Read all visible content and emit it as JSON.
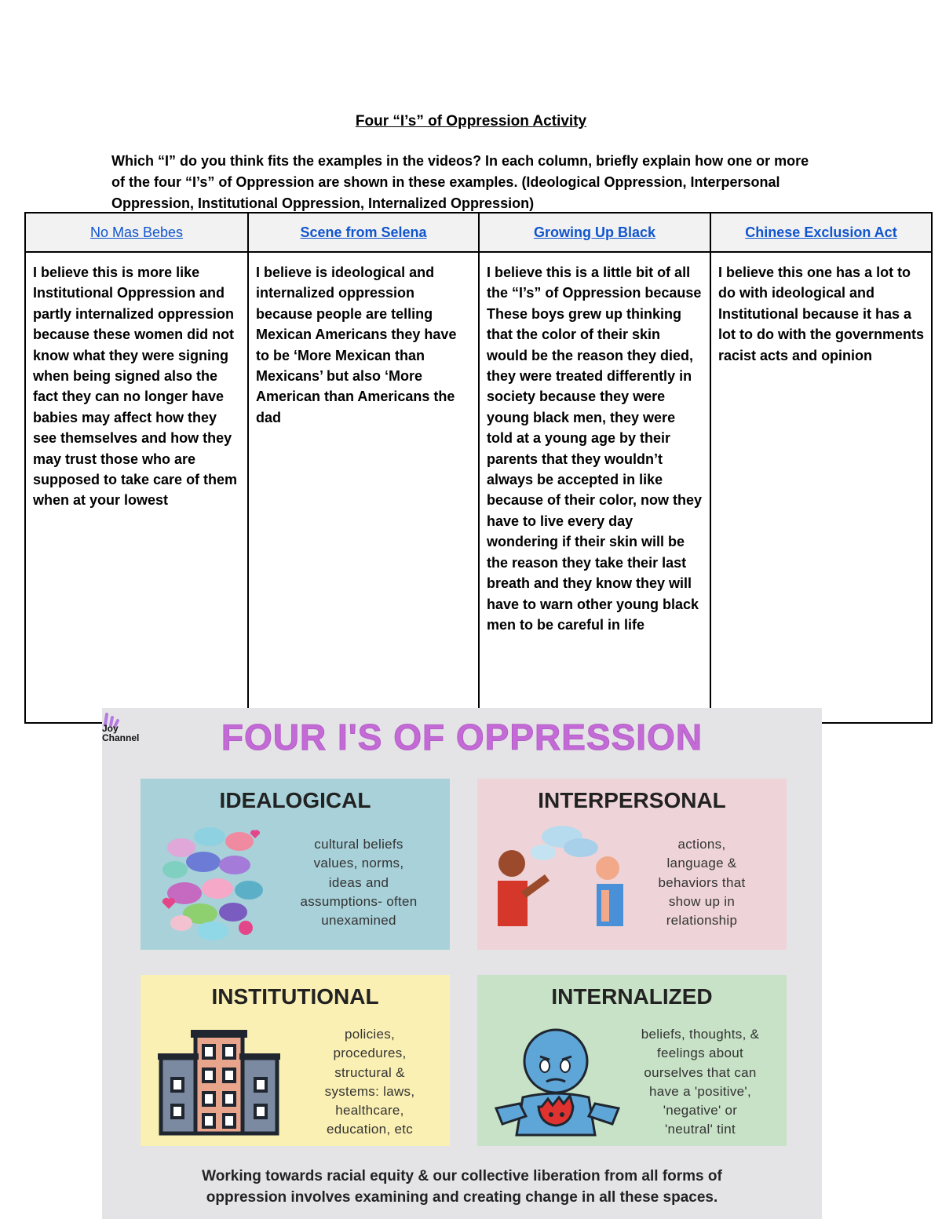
{
  "document": {
    "title": "Four “I’s” of Oppression Activity",
    "instructions": "Which “I” do you think fits the examples in the videos? In each column, briefly explain how one or more of the four “I’s” of Oppression are shown in these examples. (Ideological Oppression, Interpersonal Oppression, Institutional Oppression, Internalized Oppression)"
  },
  "table": {
    "headers": [
      "No Mas Bebes",
      "Scene from Selena",
      "Growing Up Black",
      "Chinese Exclusion Act"
    ],
    "cells": [
      "I believe this is more like Institutional Oppression and partly internalized oppression because these women did not know what they were signing when being signed also the fact they can no longer have babies may affect how they see themselves and how they may trust those who are supposed to take care of them when at your lowest",
      "I believe is ideological and internalized oppression because people are telling Mexican Americans they have to be ‘More Mexican than Mexicans’ but also ‘More American than Americans the dad",
      "I believe this is a little bit of all the “I’s” of Oppression because These boys grew up thinking that the color of their skin would be the reason they died, they were treated differently in society because they were young black men, they were told at a young age by their parents that they wouldn’t always be accepted in like because of their color, now they have to live every day wondering if their skin will be the reason they take their last breath and they know they will have to warn other young black men to be careful in life",
      "I believe this one has a lot to do with ideological and Institutional because it has a lot to do with the governments racist acts and opinion"
    ]
  },
  "infographic": {
    "logo": "Joy Channel",
    "title": "FOUR I'S OF OPPRESSION",
    "quadrants": [
      {
        "title": "IDEALOGICAL",
        "lines": [
          "cultural beliefs",
          "values, norms,",
          "ideas and",
          "assumptions- often",
          "unexamined"
        ],
        "color": "#a8d1d9"
      },
      {
        "title": "INTERPERSONAL",
        "lines": [
          "actions,",
          "language &",
          "behaviors that",
          "show up in",
          "relationship"
        ],
        "color": "#eed4d8"
      },
      {
        "title": "INSTITUTIONAL",
        "lines": [
          "policies,",
          "procedures,",
          "structural &",
          "systems: laws,",
          "healthcare,",
          "education, etc"
        ],
        "color": "#fbf0b3"
      },
      {
        "title": "INTERNALIZED",
        "lines": [
          "beliefs, thoughts, &",
          "feelings about",
          "ourselves that can",
          "have a 'positive',",
          "'negative' or",
          "'neutral' tint"
        ],
        "color": "#c7e2c6"
      }
    ],
    "footer": [
      "Working towards racial equity & our collective liberation from all forms of",
      "oppression involves examining and creating change in all these spaces."
    ],
    "title_color": "#c46ad6"
  }
}
